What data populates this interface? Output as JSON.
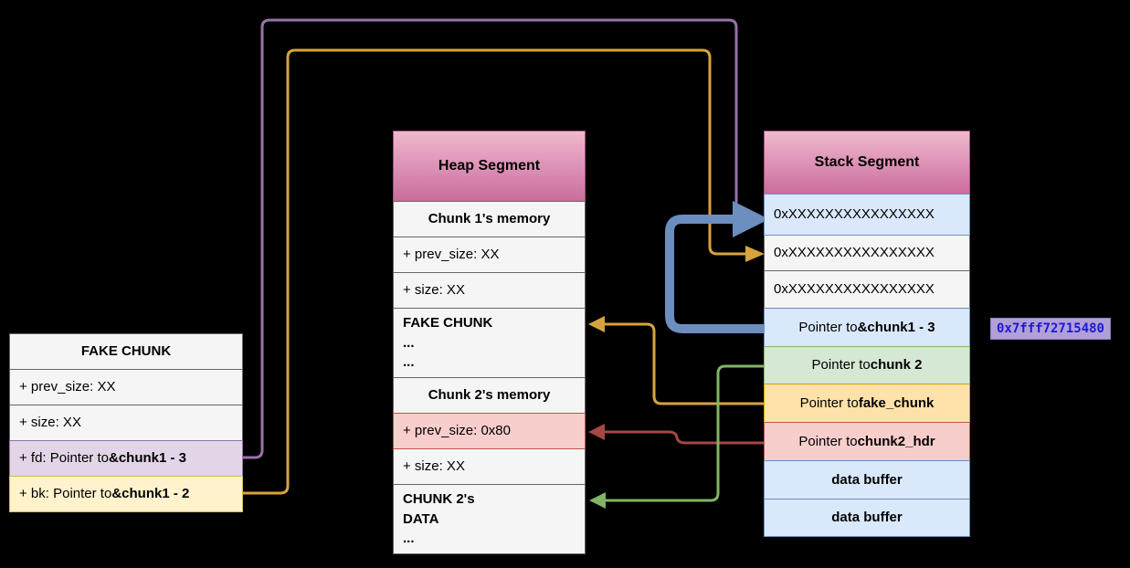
{
  "colors": {
    "purple_arrow": "#9673a6",
    "gold_arrow": "#d7a33d",
    "blue_arrow": "#6c8ebf",
    "green_arrow": "#82b366",
    "red_arrow": "#a64745"
  },
  "fake_chunk": {
    "title": "FAKE CHUNK",
    "prev_size": "+ prev_size: XX",
    "size": "+ size: XX",
    "fd_prefix": "+ fd: Pointer to ",
    "fd_bold": "&chunk1 - 3",
    "bk_prefix": "+ bk: Pointer to ",
    "bk_bold": "&chunk1 - 2"
  },
  "heap": {
    "title": "Heap Segment",
    "chunk1_header": "Chunk 1's memory",
    "chunk1_prev_size": "+ prev_size: XX",
    "chunk1_size": "+ size: XX",
    "fake_chunk_block": "FAKE CHUNK\n...\n...",
    "chunk2_header": "Chunk 2's memory",
    "chunk2_prev_size": "+ prev_size: 0x80",
    "chunk2_size": "+ size: XX",
    "chunk2_data_block": "CHUNK 2's\nDATA\n..."
  },
  "stack": {
    "title": "Stack Segment",
    "addr_row_1": "0xXXXXXXXXXXXXXXXX",
    "addr_row_2": "0xXXXXXXXXXXXXXXXX",
    "addr_row_3": "0xXXXXXXXXXXXXXXXX",
    "ptr_chunk1_prefix": "Pointer to ",
    "ptr_chunk1_bold": "&chunk1 - 3",
    "ptr_chunk2_prefix": "Pointer to ",
    "ptr_chunk2_bold": "chunk 2",
    "ptr_fake_prefix": "Pointer to ",
    "ptr_fake_bold": "fake_chunk",
    "ptr_hdr_prefix": "Pointer to ",
    "ptr_hdr_bold": "chunk2_hdr",
    "data_buffer_1": "data buffer",
    "data_buffer_2": "data buffer"
  },
  "address_label": "0x7fff72715480"
}
